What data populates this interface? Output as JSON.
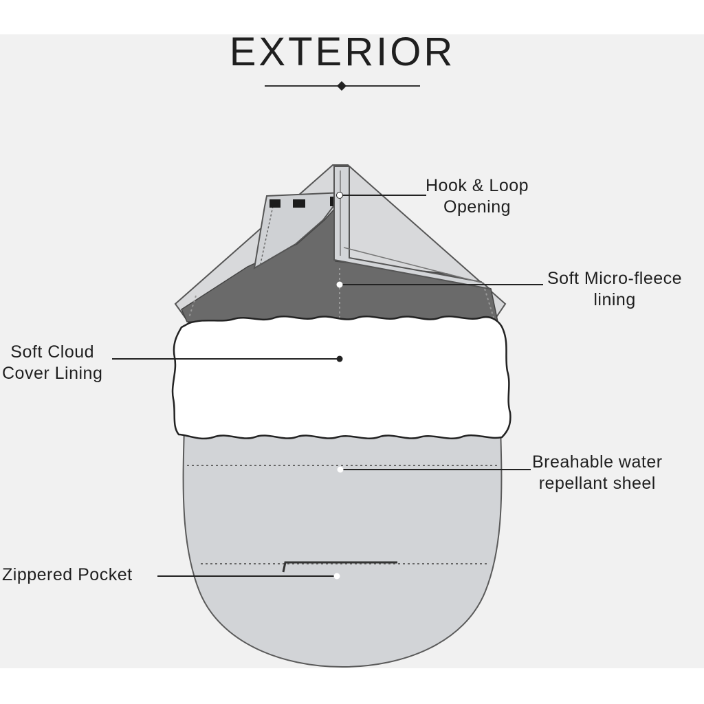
{
  "title": "EXTERIOR",
  "labels": {
    "hook_loop": [
      "Hook & Loop",
      "Opening"
    ],
    "micro_fleece": [
      "Soft Micro-fleece",
      "lining"
    ],
    "cloud_cover": [
      "Soft Cloud",
      "Cover Lining"
    ],
    "water_shell": [
      "Breahable water",
      "repellant sheel"
    ],
    "pocket": [
      "Zippered Pocket"
    ]
  },
  "colors": {
    "background": "#f1f1f1",
    "text": "#1f1f1f",
    "shell": "#d2d4d7",
    "hood_light": "#d8d9db",
    "hood_inner": "#6a6a6a",
    "fur": "#ffffff",
    "outline": "#555555"
  }
}
